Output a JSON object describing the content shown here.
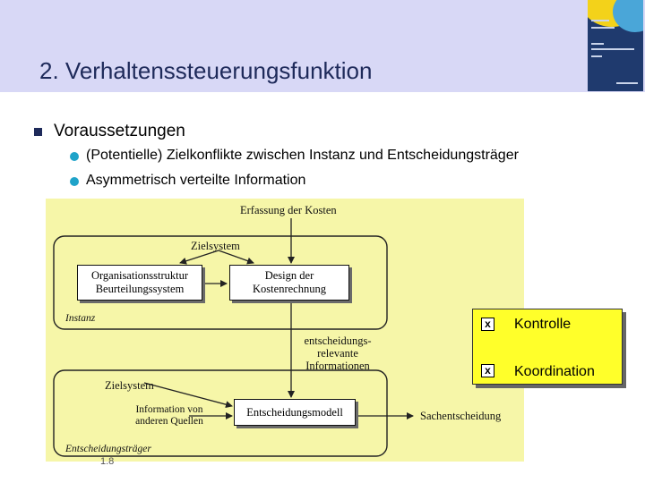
{
  "slide": {
    "title": "2. Verhaltenssteuerungsfunktion"
  },
  "bullets": {
    "main": "Voraussetzungen",
    "sub": [
      "(Potentielle) Zielkonflikte zwischen Instanz und Entscheidungsträger",
      "Asymmetrisch verteilte Information"
    ]
  },
  "diagram": {
    "top_label": "Erfassung der Kosten",
    "zielsystem_top": "Zielsystem",
    "box_org_line1": "Organisationsstruktur",
    "box_org_line2": "Beurteilungssystem",
    "box_design_line1": "Design der",
    "box_design_line2": "Kostenrechnung",
    "instanz": "Instanz",
    "info_line1": "entscheidungs-",
    "info_line2": "relevante",
    "info_line3": "Informationen",
    "zielsystem_bottom": "Zielsystem",
    "other_line1": "Information von",
    "other_line2": "anderen Quellen",
    "box_model": "Entscheidungsmodell",
    "sach": "Sachentscheidung",
    "traeger": "Entscheidungsträger"
  },
  "callout": {
    "items": [
      "Kontrolle",
      "Koordination"
    ],
    "check_symbol": "x"
  },
  "page_number": "1.8",
  "colors": {
    "header_band": "#d8d8f6",
    "title": "#1e2a5a",
    "sub_bullet": "#1fa3c9",
    "diagram_bg": "#f6f6a8",
    "callout_bg": "#ffff2a"
  }
}
